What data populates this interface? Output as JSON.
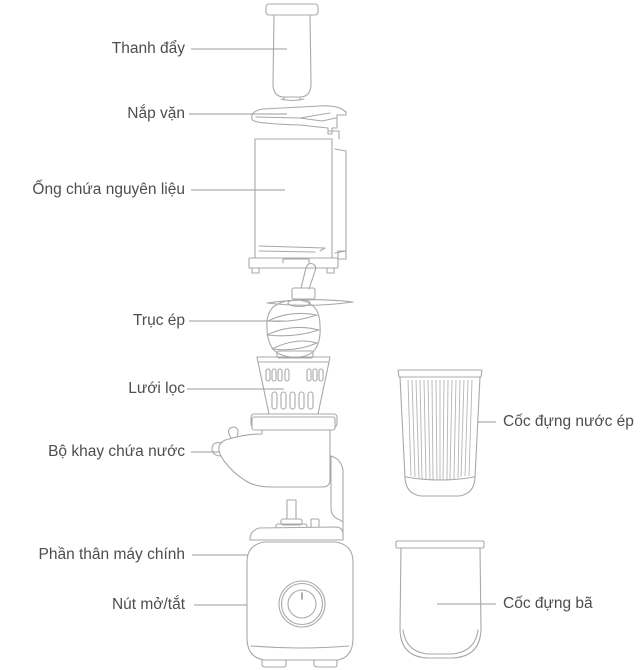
{
  "diagram": {
    "kind": "exploded-parts-diagram",
    "subject": "slow-juicer"
  },
  "parts": [
    {
      "id": "push-rod",
      "label": "Thanh đẩy"
    },
    {
      "id": "lid",
      "label": "Nắp vặn"
    },
    {
      "id": "hopper",
      "label": "Ống chứa nguyên liệu"
    },
    {
      "id": "auger",
      "label": "Trục ép"
    },
    {
      "id": "filter",
      "label": "Lưới lọc"
    },
    {
      "id": "tray",
      "label": "Bộ khay chứa nước"
    },
    {
      "id": "main-body",
      "label": "Phần thân máy chính"
    },
    {
      "id": "power-button",
      "label": "Nút mở/tắt"
    },
    {
      "id": "juice-cup",
      "label": "Cốc đựng nước ép"
    },
    {
      "id": "pulp-cup",
      "label": "Cốc đựng bã"
    }
  ],
  "colors": {
    "background": "#ffffff",
    "line": "#a8a8a8",
    "leader_line": "#9b9b9b",
    "text": "#4d4d4d"
  }
}
